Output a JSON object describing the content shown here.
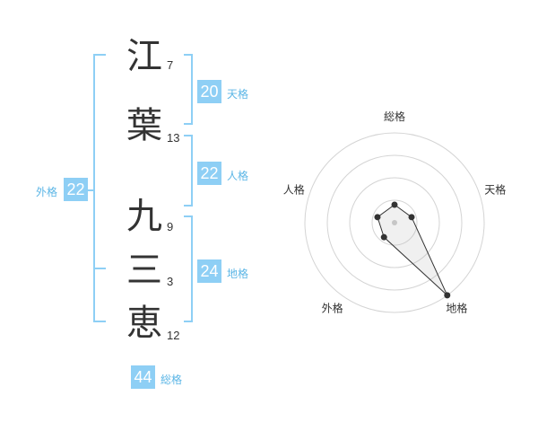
{
  "name_chars": [
    {
      "char": "江",
      "strokes": "7"
    },
    {
      "char": "葉",
      "strokes": "13"
    },
    {
      "char": "九",
      "strokes": "9"
    },
    {
      "char": "三",
      "strokes": "3"
    },
    {
      "char": "恵",
      "strokes": "12"
    }
  ],
  "fortunes": {
    "ten": {
      "value": "20",
      "label": "天格"
    },
    "jin": {
      "value": "22",
      "label": "人格"
    },
    "chi": {
      "value": "24",
      "label": "地格"
    },
    "gai": {
      "value": "22",
      "label": "外格"
    },
    "sou": {
      "value": "44",
      "label": "総格"
    }
  },
  "accent_color": "#8ecff5",
  "chart_data": {
    "type": "radar",
    "axes": [
      "総格",
      "天格",
      "地格",
      "外格",
      "人格"
    ],
    "values": [
      1,
      1,
      5,
      1,
      1
    ],
    "rmax": 5,
    "rings": 4
  }
}
